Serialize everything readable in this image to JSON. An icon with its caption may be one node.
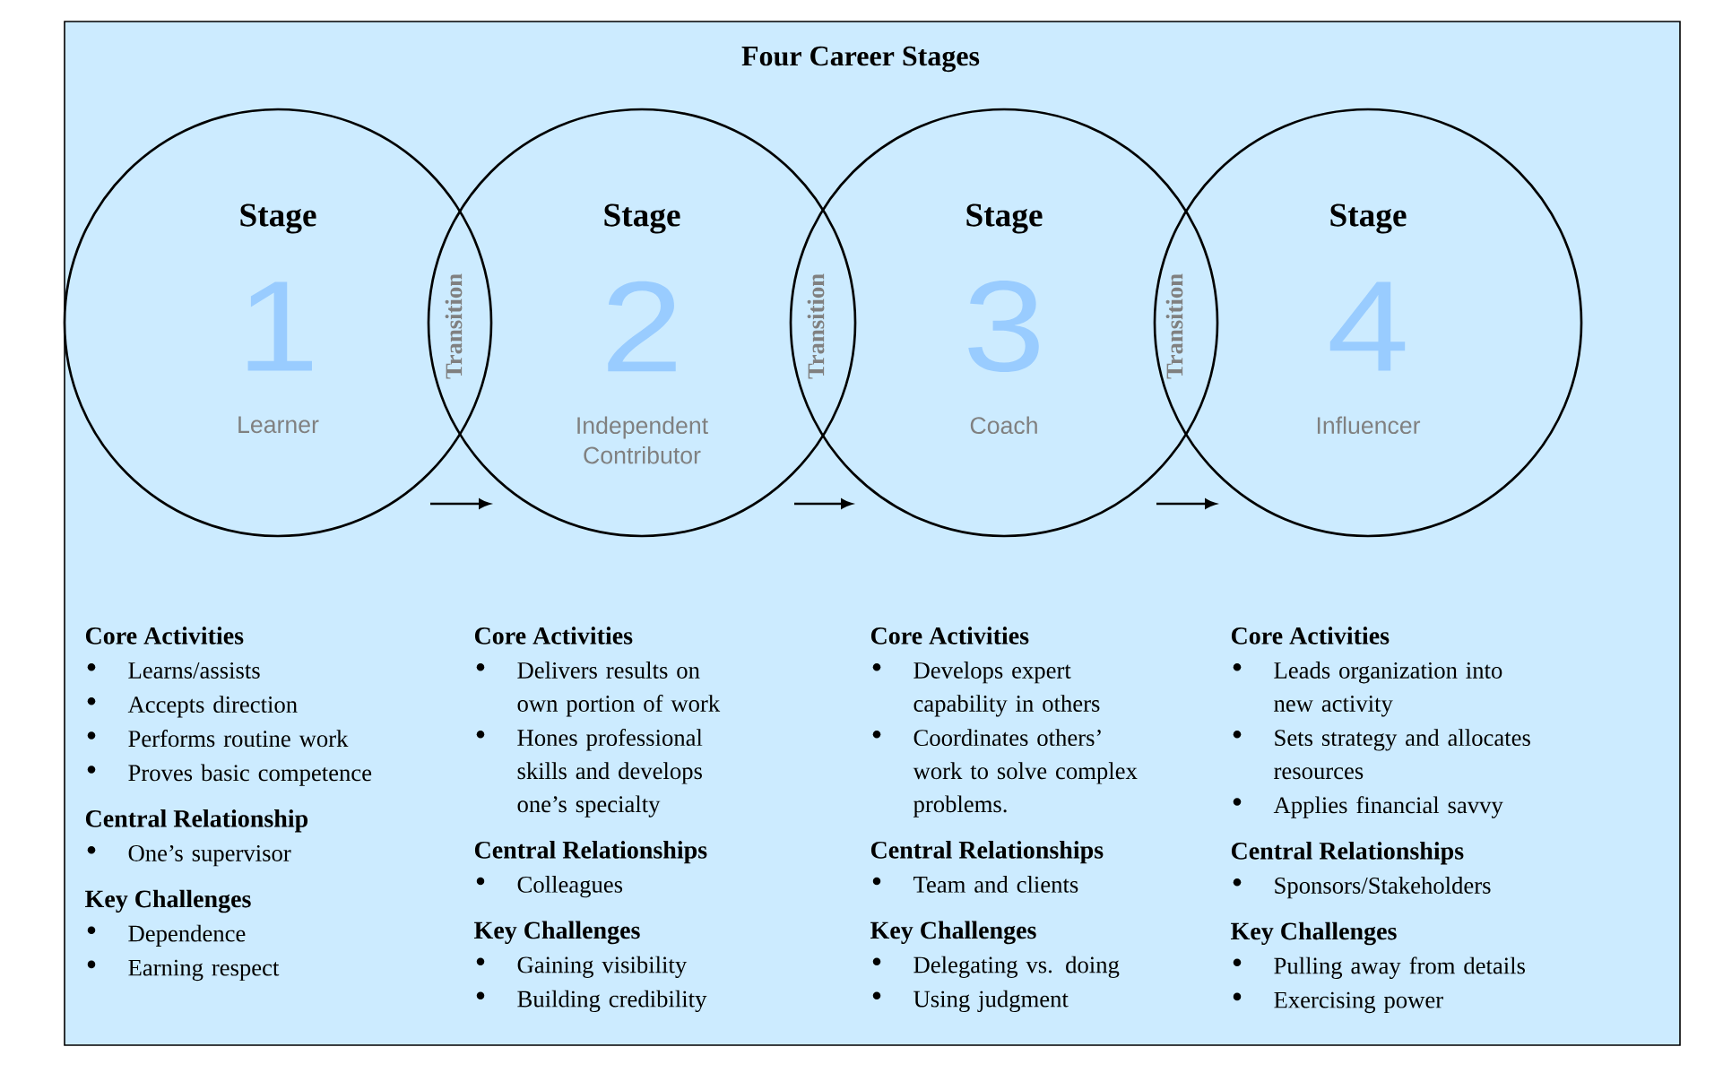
{
  "diagram": {
    "title": "Four Career Stages",
    "nodes": [
      {
        "text": [
          "Stage",
          "1",
          "Learner"
        ]
      },
      {
        "text": [
          "Stage",
          "2",
          "Independent Contributor"
        ]
      },
      {
        "text": [
          "Stage",
          "3",
          "Coach"
        ]
      },
      {
        "text": [
          "Stage",
          "4",
          "Influencer"
        ]
      }
    ],
    "edges": [
      {
        "from": 0,
        "to": 1,
        "arrow": "to"
      },
      {
        "from": 1,
        "to": 2,
        "arrow": "to"
      },
      {
        "from": 2,
        "to": 3,
        "arrow": "to"
      }
    ],
    "labels": [
      "Transition",
      "Transition",
      "Transition",
      "Core Activities",
      "Learns/assists",
      "Accepts direction",
      "Performs routine work",
      "Proves basic competence",
      "Central Relationship",
      "One’s supervisor",
      "Key Challenges",
      "Dependence",
      "Earning respect",
      "Core Activities",
      "Delivers results on own portion of work",
      "Hones professional skills and develops one’s specialty",
      "Central Relationships",
      "Colleagues",
      "Key Challenges",
      "Gaining visibility",
      "Building credibility",
      "Core Activities",
      "Develops expert capability in others",
      "Coordinates others’ work to solve complex problems.",
      "Central Relationships",
      "Team and clients",
      "Key Challenges",
      "Delegating vs. doing",
      "Using judgment",
      "Core Activities",
      "Leads organization into new activity",
      "Sets strategy and allocates resources",
      "Applies financial savvy",
      "Central Relationships",
      "Sponsors/Stakeholders",
      "Key Challenges",
      "Pulling away from details",
      "Exercising power"
    ]
  }
}
